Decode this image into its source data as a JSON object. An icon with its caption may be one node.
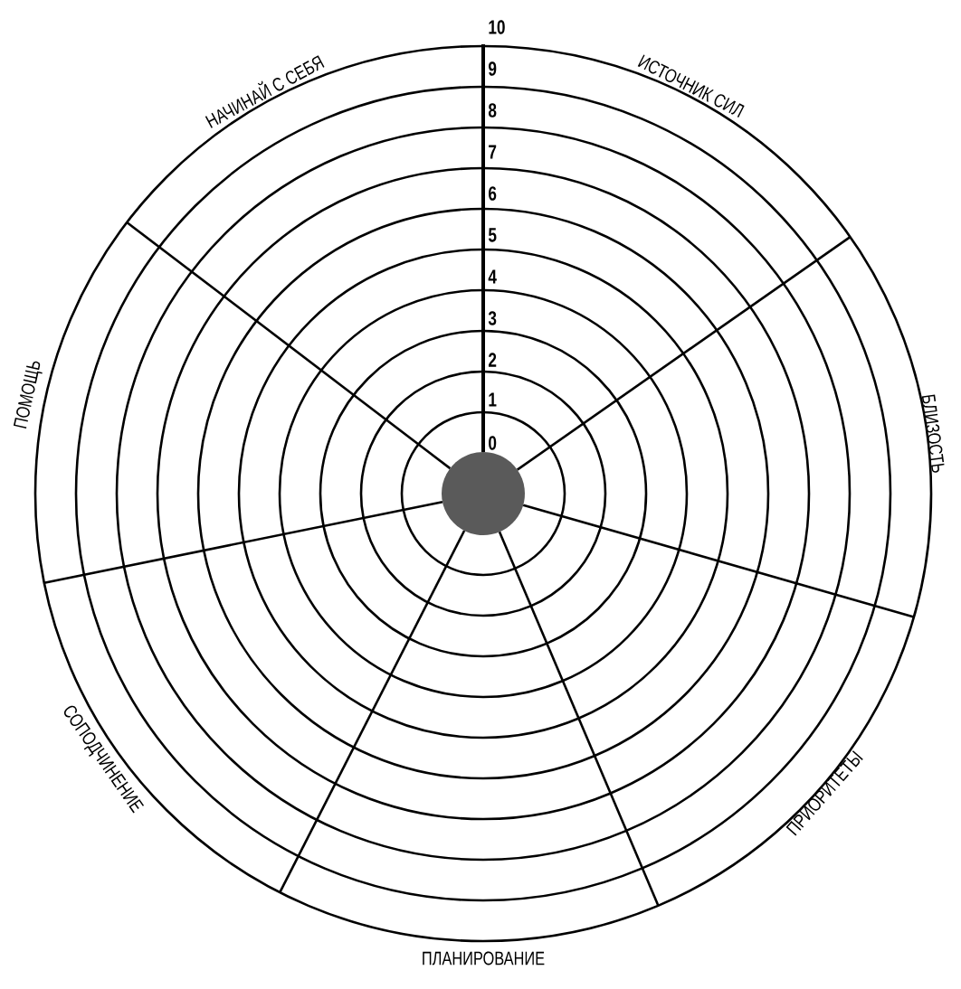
{
  "diagram": {
    "labels": [
      "10",
      "НАЧИНАЙ С СЕБЯ",
      "ИСТОЧНИК СИЛ",
      "9",
      "8",
      "7",
      "6",
      "5",
      "4",
      "3",
      "2",
      "1",
      "0",
      "ПОМОЩЬ",
      "БЛИЗОСТЬ",
      "СОПОДЧИНЕНИЕ",
      "ПРИОРИТЕТЫ",
      "ПЛАНИРОВАНИЕ"
    ]
  }
}
